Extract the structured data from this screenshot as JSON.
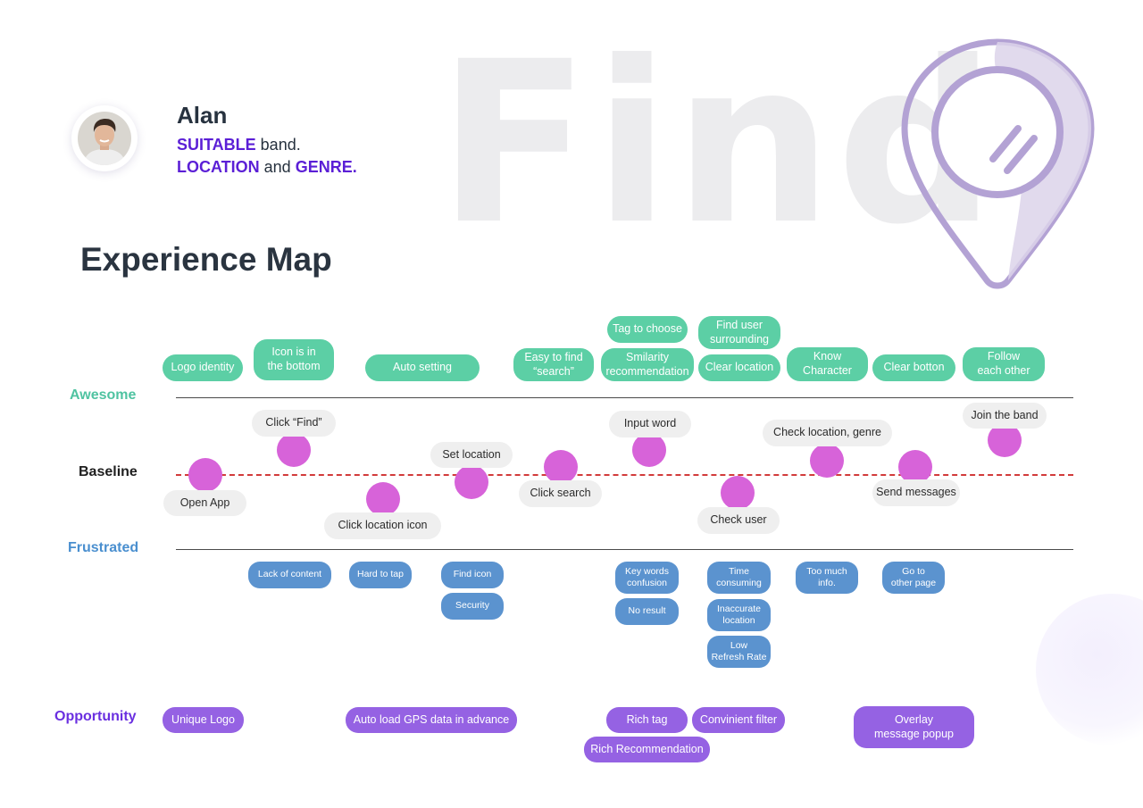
{
  "decor": {
    "background_word": "Find",
    "pin_icon": "map-pin-search-icon"
  },
  "persona": {
    "name": "Alan",
    "line1": {
      "highlight": "SUITABLE",
      "rest": " band."
    },
    "line2": {
      "highlight1": "LOCATION",
      "middle": " and ",
      "highlight2": "GENRE."
    }
  },
  "title": "Experience Map",
  "rows": {
    "awesome": "Awesome",
    "baseline": "Baseline",
    "frustrated": "Frustrated",
    "opportunity": "Opportunity"
  },
  "colors": {
    "awesome": "#5ccfa5",
    "frustrated": "#5b93cf",
    "opportunity": "#9562e3",
    "dot": "#d763d9",
    "baseline_line": "#d23b3b",
    "highlight": "#5b1fd6"
  },
  "awesome_tags": [
    "Logo identity",
    "Icon is in\nthe bottom",
    "Auto setting",
    "Easy to find\n“search”",
    "Tag to choose",
    "Smilarity\nrecommendation",
    "Find user\nsurrounding",
    "Clear location",
    "Know\nCharacter",
    "Clear botton",
    "Follow\neach other"
  ],
  "steps": [
    "Open App",
    "Click “Find”",
    "Click location icon",
    "Set location",
    "Click search",
    "Input word",
    "Check user",
    "Check location, genre",
    "Send messages",
    "Join the band"
  ],
  "frustrated_tags": [
    "Lack of content",
    "Hard to tap",
    "Find icon",
    "Security",
    "Key words\nconfusion",
    "No result",
    "Time\nconsuming",
    "Inaccurate\nlocation",
    "Low\nRefresh Rate",
    "Too much\ninfo.",
    "Go to\nother page"
  ],
  "opportunity_tags": [
    "Unique Logo",
    "Auto load GPS data in advance",
    "Rich tag",
    "Convinient filter",
    "Rich Recommendation",
    "Overlay\nmessage popup"
  ]
}
